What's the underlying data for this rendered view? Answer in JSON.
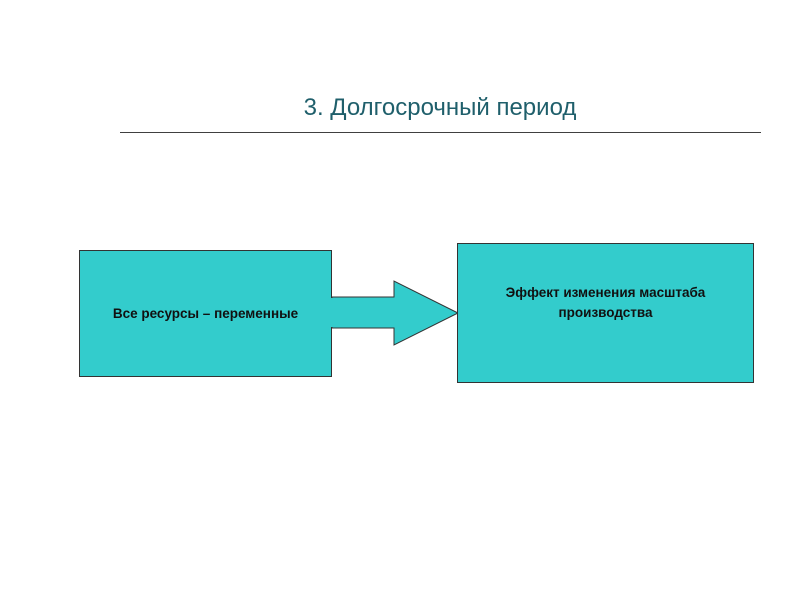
{
  "slide": {
    "title": "3. Долгосрочный период"
  },
  "diagram": {
    "left_box": {
      "label": "Все ресурсы – переменные"
    },
    "right_box": {
      "label": "Эффект изменения масштаба производства"
    },
    "colors": {
      "box_fill": "#33cccc",
      "box_border": "#333333",
      "title_text": "#1f5f6b"
    }
  }
}
